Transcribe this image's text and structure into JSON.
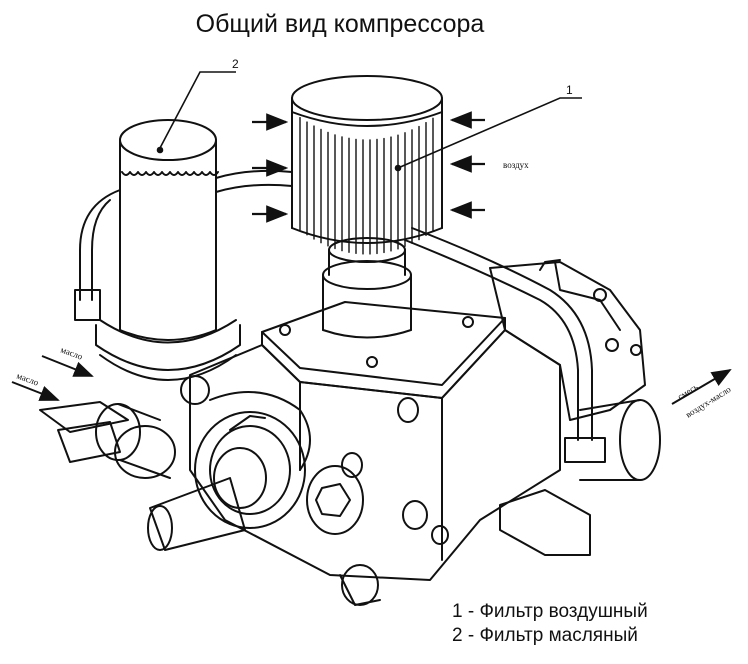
{
  "title": "Общий вид компрессора",
  "callouts": {
    "air_filter_num": "1",
    "oil_filter_num": "2"
  },
  "flow_labels": {
    "air": "воздух",
    "oil_in_1": "масло",
    "oil_in_2": "масло",
    "mixture_1": "смесь",
    "mixture_2": "воздух-масло"
  },
  "legend": [
    {
      "num": "1",
      "text": "Фильтр воздушный"
    },
    {
      "num": "2",
      "text": "Фильтр масляный"
    }
  ]
}
